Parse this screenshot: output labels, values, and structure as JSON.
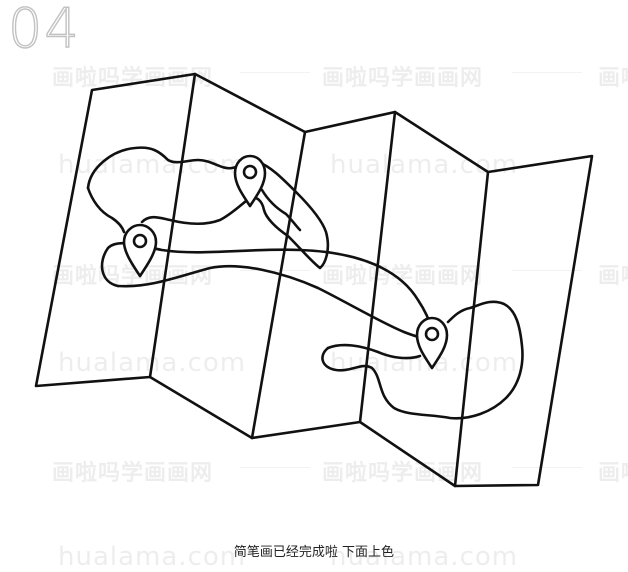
{
  "step_number": "04",
  "caption": "简笔画已经完成啦 下面上色",
  "watermark": {
    "cn": "画啦吗学画画网",
    "en": "hualama.com"
  },
  "colors": {
    "stroke": "#111111",
    "step_number": "#c2c2c2",
    "watermark": "rgba(0,0,0,0.07)"
  }
}
